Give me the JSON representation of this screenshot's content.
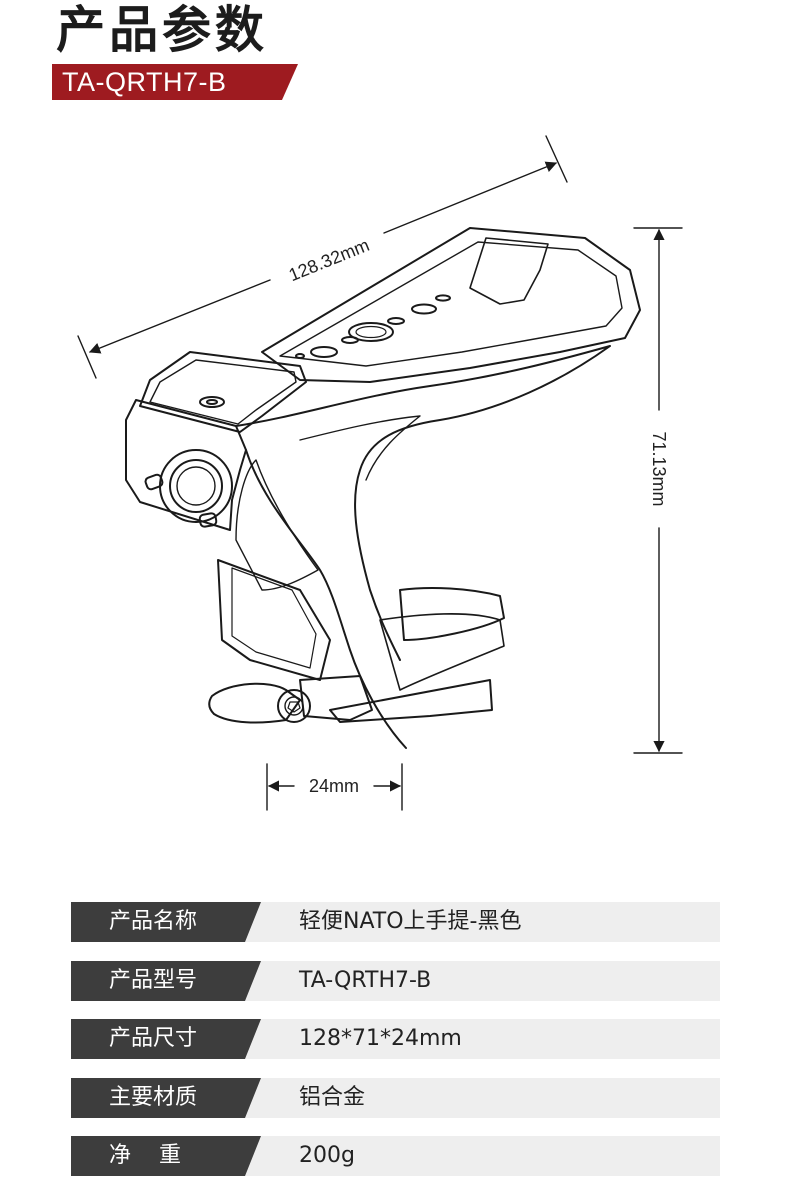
{
  "header": {
    "title": "产品参数",
    "model": "TA-QRTH7-B"
  },
  "colors": {
    "accent": "#9e1b20",
    "label_bg": "#3d3d3d",
    "row_bg": "#eeeeee"
  },
  "diagram": {
    "length_label": "128.32mm",
    "height_label": "71.13mm",
    "width_label": "24mm"
  },
  "specs": [
    {
      "key": "产品名称",
      "value": "轻便NATO上手提-黑色"
    },
    {
      "key": "产品型号",
      "value": "TA-QRTH7-B"
    },
    {
      "key": "产品尺寸",
      "value": "128*71*24mm"
    },
    {
      "key": "主要材质",
      "value": "铝合金"
    },
    {
      "key": "净    重",
      "value": "200g"
    }
  ]
}
